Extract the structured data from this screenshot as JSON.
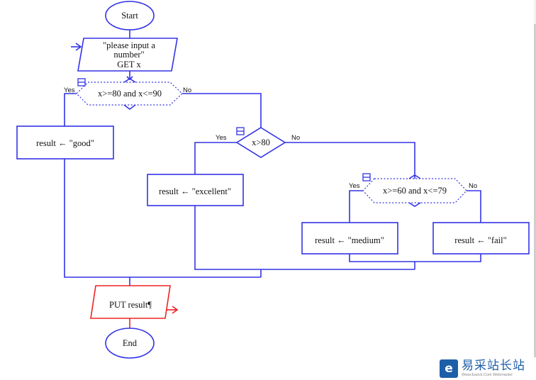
{
  "diagram": {
    "nodes": {
      "start": "Start",
      "input": [
        "\"please input a",
        "number\"",
        "GET x"
      ],
      "cond1": "x>=80 and x<=90",
      "good": "result ← \"good\"",
      "cond2": "x>80",
      "excellent": "result ← \"excellent\"",
      "cond3": "x>=60 and x<=79",
      "medium": "result ← \"medium\"",
      "fail": "result ← \"fail\"",
      "output": "PUT result¶",
      "end": "End"
    },
    "branch_labels": {
      "yes": "Yes",
      "no": "No"
    },
    "colors": {
      "flow": "#3333e6",
      "output": "#ee2222"
    }
  },
  "watermark": {
    "icon": "e",
    "title": "易采站长站",
    "subtitle": "Www.Easck.Com Webmaster"
  }
}
